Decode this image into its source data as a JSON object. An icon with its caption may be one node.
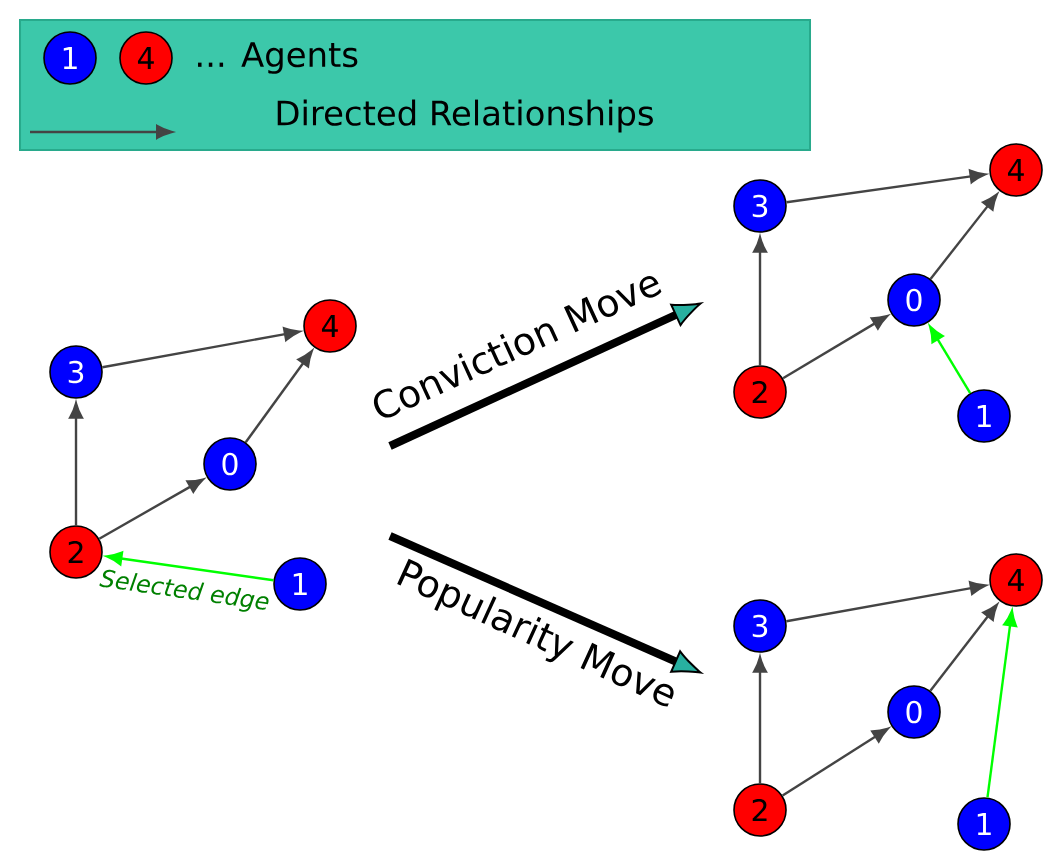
{
  "diagram": {
    "nodes": [
      {
        "text": [
          "1"
        ]
      },
      {
        "text": [
          "4"
        ]
      },
      {
        "text": [
          "3"
        ]
      },
      {
        "text": [
          "4"
        ]
      },
      {
        "text": [
          "0"
        ]
      },
      {
        "text": [
          "2"
        ]
      },
      {
        "text": [
          "1"
        ]
      },
      {
        "text": [
          "3"
        ]
      },
      {
        "text": [
          "4"
        ]
      },
      {
        "text": [
          "0"
        ]
      },
      {
        "text": [
          "2"
        ]
      },
      {
        "text": [
          "1"
        ]
      },
      {
        "text": [
          "3"
        ]
      },
      {
        "text": [
          "4"
        ]
      },
      {
        "text": [
          "0"
        ]
      },
      {
        "text": [
          "2"
        ]
      },
      {
        "text": [
          "1"
        ]
      }
    ],
    "edges": [
      {
        "from": 2,
        "to": 3,
        "arrow": "to"
      },
      {
        "from": 4,
        "to": 3,
        "arrow": "to"
      },
      {
        "from": 5,
        "to": 2,
        "arrow": "to"
      },
      {
        "from": 5,
        "to": 4,
        "arrow": "to"
      },
      {
        "from": 6,
        "to": 5,
        "arrow": "to",
        "label": "Selected edge",
        "color": "#00ff00"
      },
      {
        "from": 7,
        "to": 8,
        "arrow": "to"
      },
      {
        "from": 9,
        "to": 8,
        "arrow": "to"
      },
      {
        "from": 10,
        "to": 7,
        "arrow": "to"
      },
      {
        "from": 10,
        "to": 9,
        "arrow": "to"
      },
      {
        "from": 11,
        "to": 9,
        "arrow": "to",
        "color": "#00ff00"
      },
      {
        "from": 12,
        "to": 13,
        "arrow": "to"
      },
      {
        "from": 14,
        "to": 13,
        "arrow": "to"
      },
      {
        "from": 15,
        "to": 12,
        "arrow": "to"
      },
      {
        "from": 15,
        "to": 14,
        "arrow": "to"
      },
      {
        "from": 16,
        "to": 13,
        "arrow": "to",
        "color": "#00ff00"
      }
    ],
    "labels": [
      "Conviction Move",
      "Popularity Move"
    ],
    "legend": [
      {
        "text": "... Agents"
      },
      {
        "text": "Directed Relationships"
      }
    ]
  }
}
